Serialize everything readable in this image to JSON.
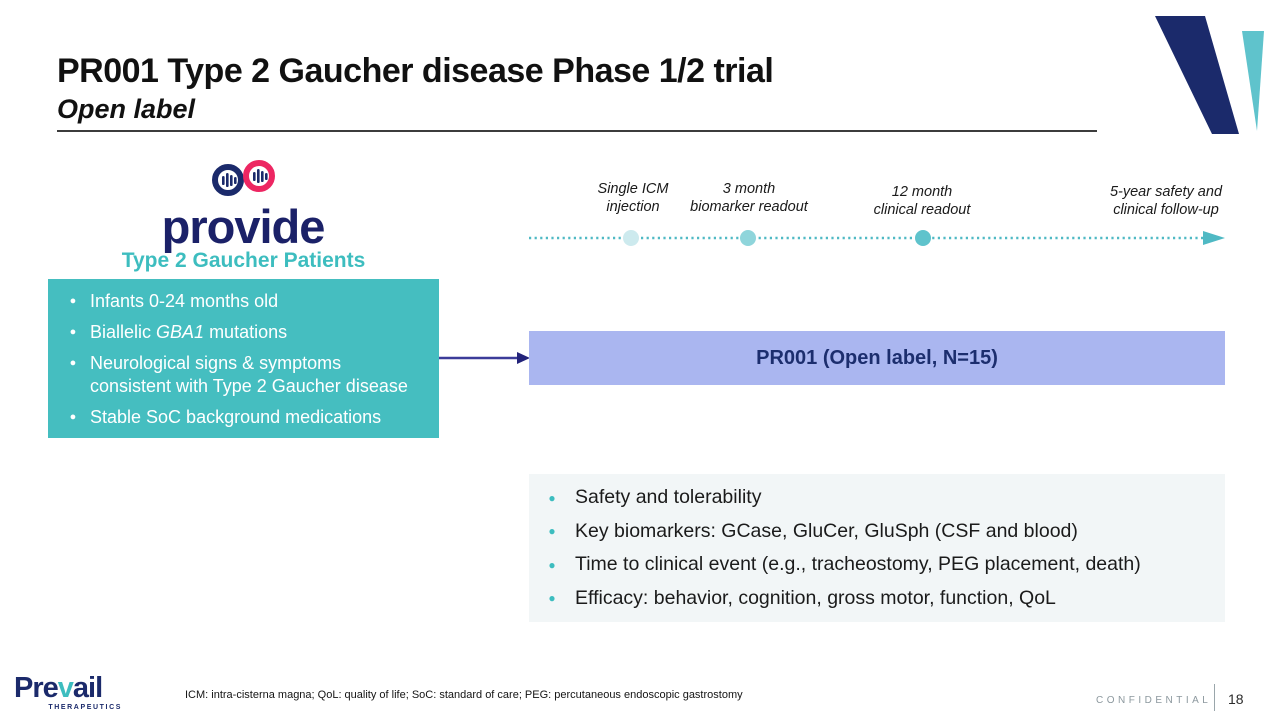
{
  "slide": {
    "title": "PR001 Type 2 Gaucher disease Phase 1/2 trial",
    "subtitle": "Open label",
    "footnote": "ICM: intra-cisterna magna; QoL: quality of life; SoC: standard of care; PEG: percutaneous endoscopic gastrostomy",
    "confidential_label": "CONFIDENTIAL",
    "page_number": "18"
  },
  "program": {
    "logo_text": "provide",
    "patients_heading": "Type 2 Gaucher Patients",
    "eligibility": [
      "Infants 0-24 months old",
      {
        "prefix": "Biallelic ",
        "italic": "GBA1",
        "suffix": " mutations"
      },
      "Neurological signs & symptoms consistent with Type 2 Gaucher disease",
      "Stable SoC background medications"
    ]
  },
  "timeline": {
    "milestones": [
      {
        "line1": "Single ICM",
        "line2": "injection"
      },
      {
        "line1": "3 month",
        "line2": "biomarker readout"
      },
      {
        "line1": "12 month",
        "line2": "clinical readout"
      },
      {
        "line1": "5-year safety and",
        "line2": "clinical follow-up"
      }
    ]
  },
  "trial_arm": {
    "label": "PR001 (Open label, N=15)"
  },
  "endpoints": [
    "Safety and tolerability",
    "Key biomarkers: GCase, GluCer, GluSph (CSF and blood)",
    "Time to clinical event (e.g., tracheostomy, PEG placement, death)",
    "Efficacy: behavior, cognition, gross motor, function, QoL"
  ],
  "branding": {
    "prevail_pre": "Pre",
    "prevail_v": "v",
    "prevail_ail": "ail",
    "prevail_sub": "THERAPEUTICS"
  },
  "colors": {
    "teal": "#45bec0",
    "navy": "#1b2a6b",
    "lavender": "#aab6f0",
    "pink": "#ed2662",
    "timeline_line": "#4fb9c4",
    "dot_1": "#cdeaee",
    "dot_2": "#8fd5db",
    "dot_3": "#5fc3cc"
  }
}
